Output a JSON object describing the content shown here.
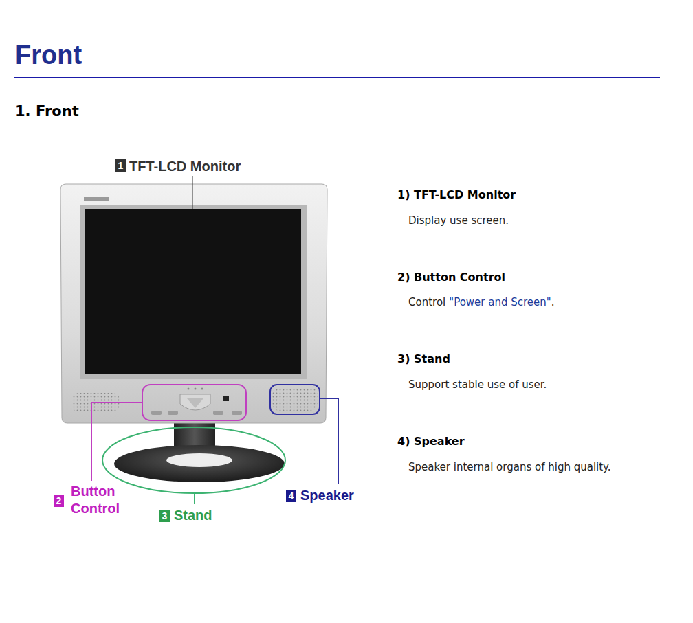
{
  "diagram": {
    "title": "Front",
    "labels": [
      "1. Front",
      "1",
      "TFT-LCD Monitor",
      "2",
      "Button Control",
      "3",
      "Stand",
      "4",
      "Speaker",
      "1) TFT-LCD Monitor",
      "Display use screen.",
      "2) Button Control",
      "Control",
      "\"Power and Screen\"",
      ".",
      "3) Stand",
      "Support stable use of user.",
      "4) Speaker",
      "Speaker internal organs of high quality."
    ]
  }
}
